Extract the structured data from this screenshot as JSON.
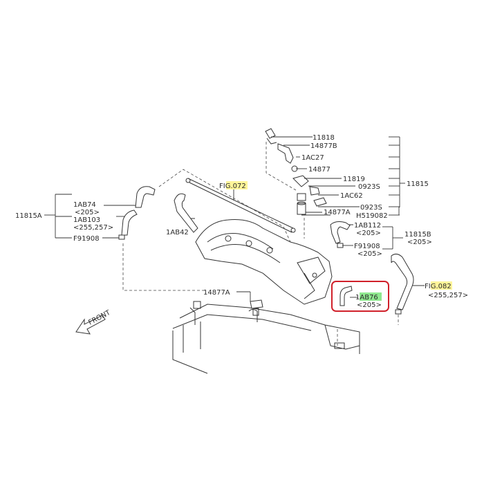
{
  "labels": {
    "p11818": "11818",
    "p14877b": "14877B",
    "p1ac27": "1AC27",
    "p14877": "14877",
    "p11819": "11819",
    "p0923s_a": "0923S",
    "p11815": "11815",
    "p1ac62": "1AC62",
    "p0923s_b": "0923S",
    "p14877a_top": "14877A",
    "pH519082": "H519082",
    "p1ab112": "1AB112",
    "p1ab112_sub": "<205>",
    "p11815b": "11815B",
    "p11815b_sub": "<205>",
    "pf91908_r": "F91908",
    "pf91908_r_sub": "<205>",
    "pfig07": "FIG.072",
    "p1ab42": "1AB42",
    "p11815a": "11815A",
    "p1ab74": "1AB74",
    "p1ab74_sub": "<205>",
    "p1ab103": "1AB103",
    "p1ab103_sub": "<255,257>",
    "pf91908_l": "F91908",
    "p14877a_mid": "14877A",
    "p1ab76": "1AB76",
    "p1ab76_sub": "<205>",
    "pfig08": "FIG.082",
    "pfig08_sub": "<255,257>",
    "front": "FRONT"
  },
  "colors": {
    "highlight_yellow": "#fff59a",
    "highlight_green": "#8fe88f",
    "callout_box": "#d0202a",
    "line": "#333333"
  }
}
